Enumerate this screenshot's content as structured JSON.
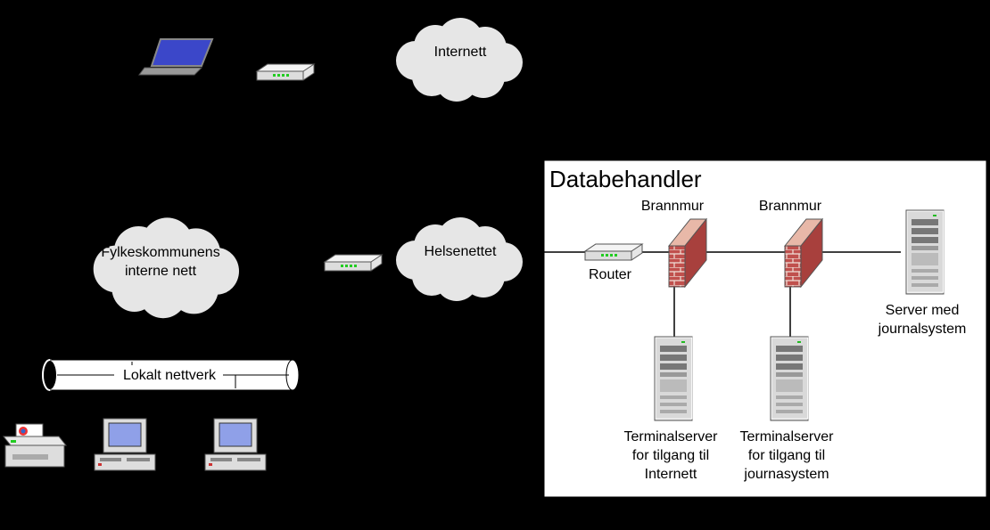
{
  "labels": {
    "internet": "Internett",
    "helsenettet": "Helsenettet",
    "fylkes_line1": "Fylkeskommunens",
    "fylkes_line2": "interne nett",
    "lokalt_nettverk": "Lokalt nettverk",
    "databehandler": "Databehandler",
    "brannmur_1": "Brannmur",
    "brannmur_2": "Brannmur",
    "router": "Router",
    "server_line1": "Server med",
    "server_line2": "journalsystem",
    "term1_line1": "Terminalserver",
    "term1_line2": "for tilgang til",
    "term1_line3": "Internett",
    "term2_line1": "Terminalserver",
    "term2_line2": "for tilgang til",
    "term2_line3": "journasystem"
  },
  "colors": {
    "background": "#000000",
    "panel": "#ffffff",
    "cloud": "#e6e6e6",
    "firewall_brick": "#c0504d",
    "laptop_screen": "#3b47c9",
    "monitor_screen": "#8fa0e8",
    "server_body": "#d9d9d9"
  },
  "icons": {
    "laptop": "laptop-icon",
    "modem": "modem-icon",
    "cloud": "cloud-icon",
    "firewall": "firewall-icon",
    "server": "server-tower-icon",
    "workstation": "desktop-computer-icon",
    "printer": "printer-icon",
    "network_bus": "network-bus-icon"
  }
}
